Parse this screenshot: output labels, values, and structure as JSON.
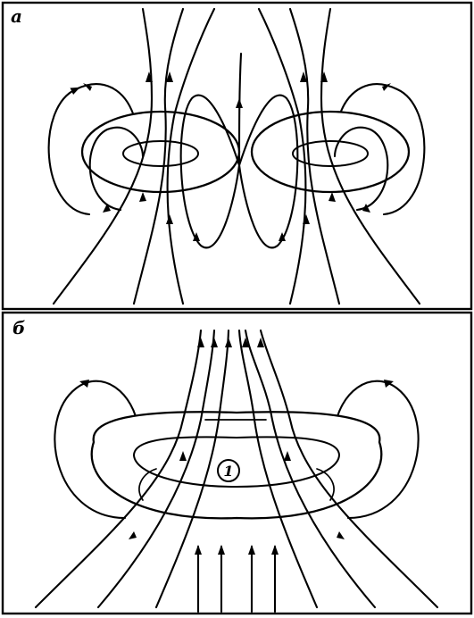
{
  "panels": [
    {
      "label": "а"
    },
    {
      "label": "б",
      "marker": "1"
    }
  ]
}
